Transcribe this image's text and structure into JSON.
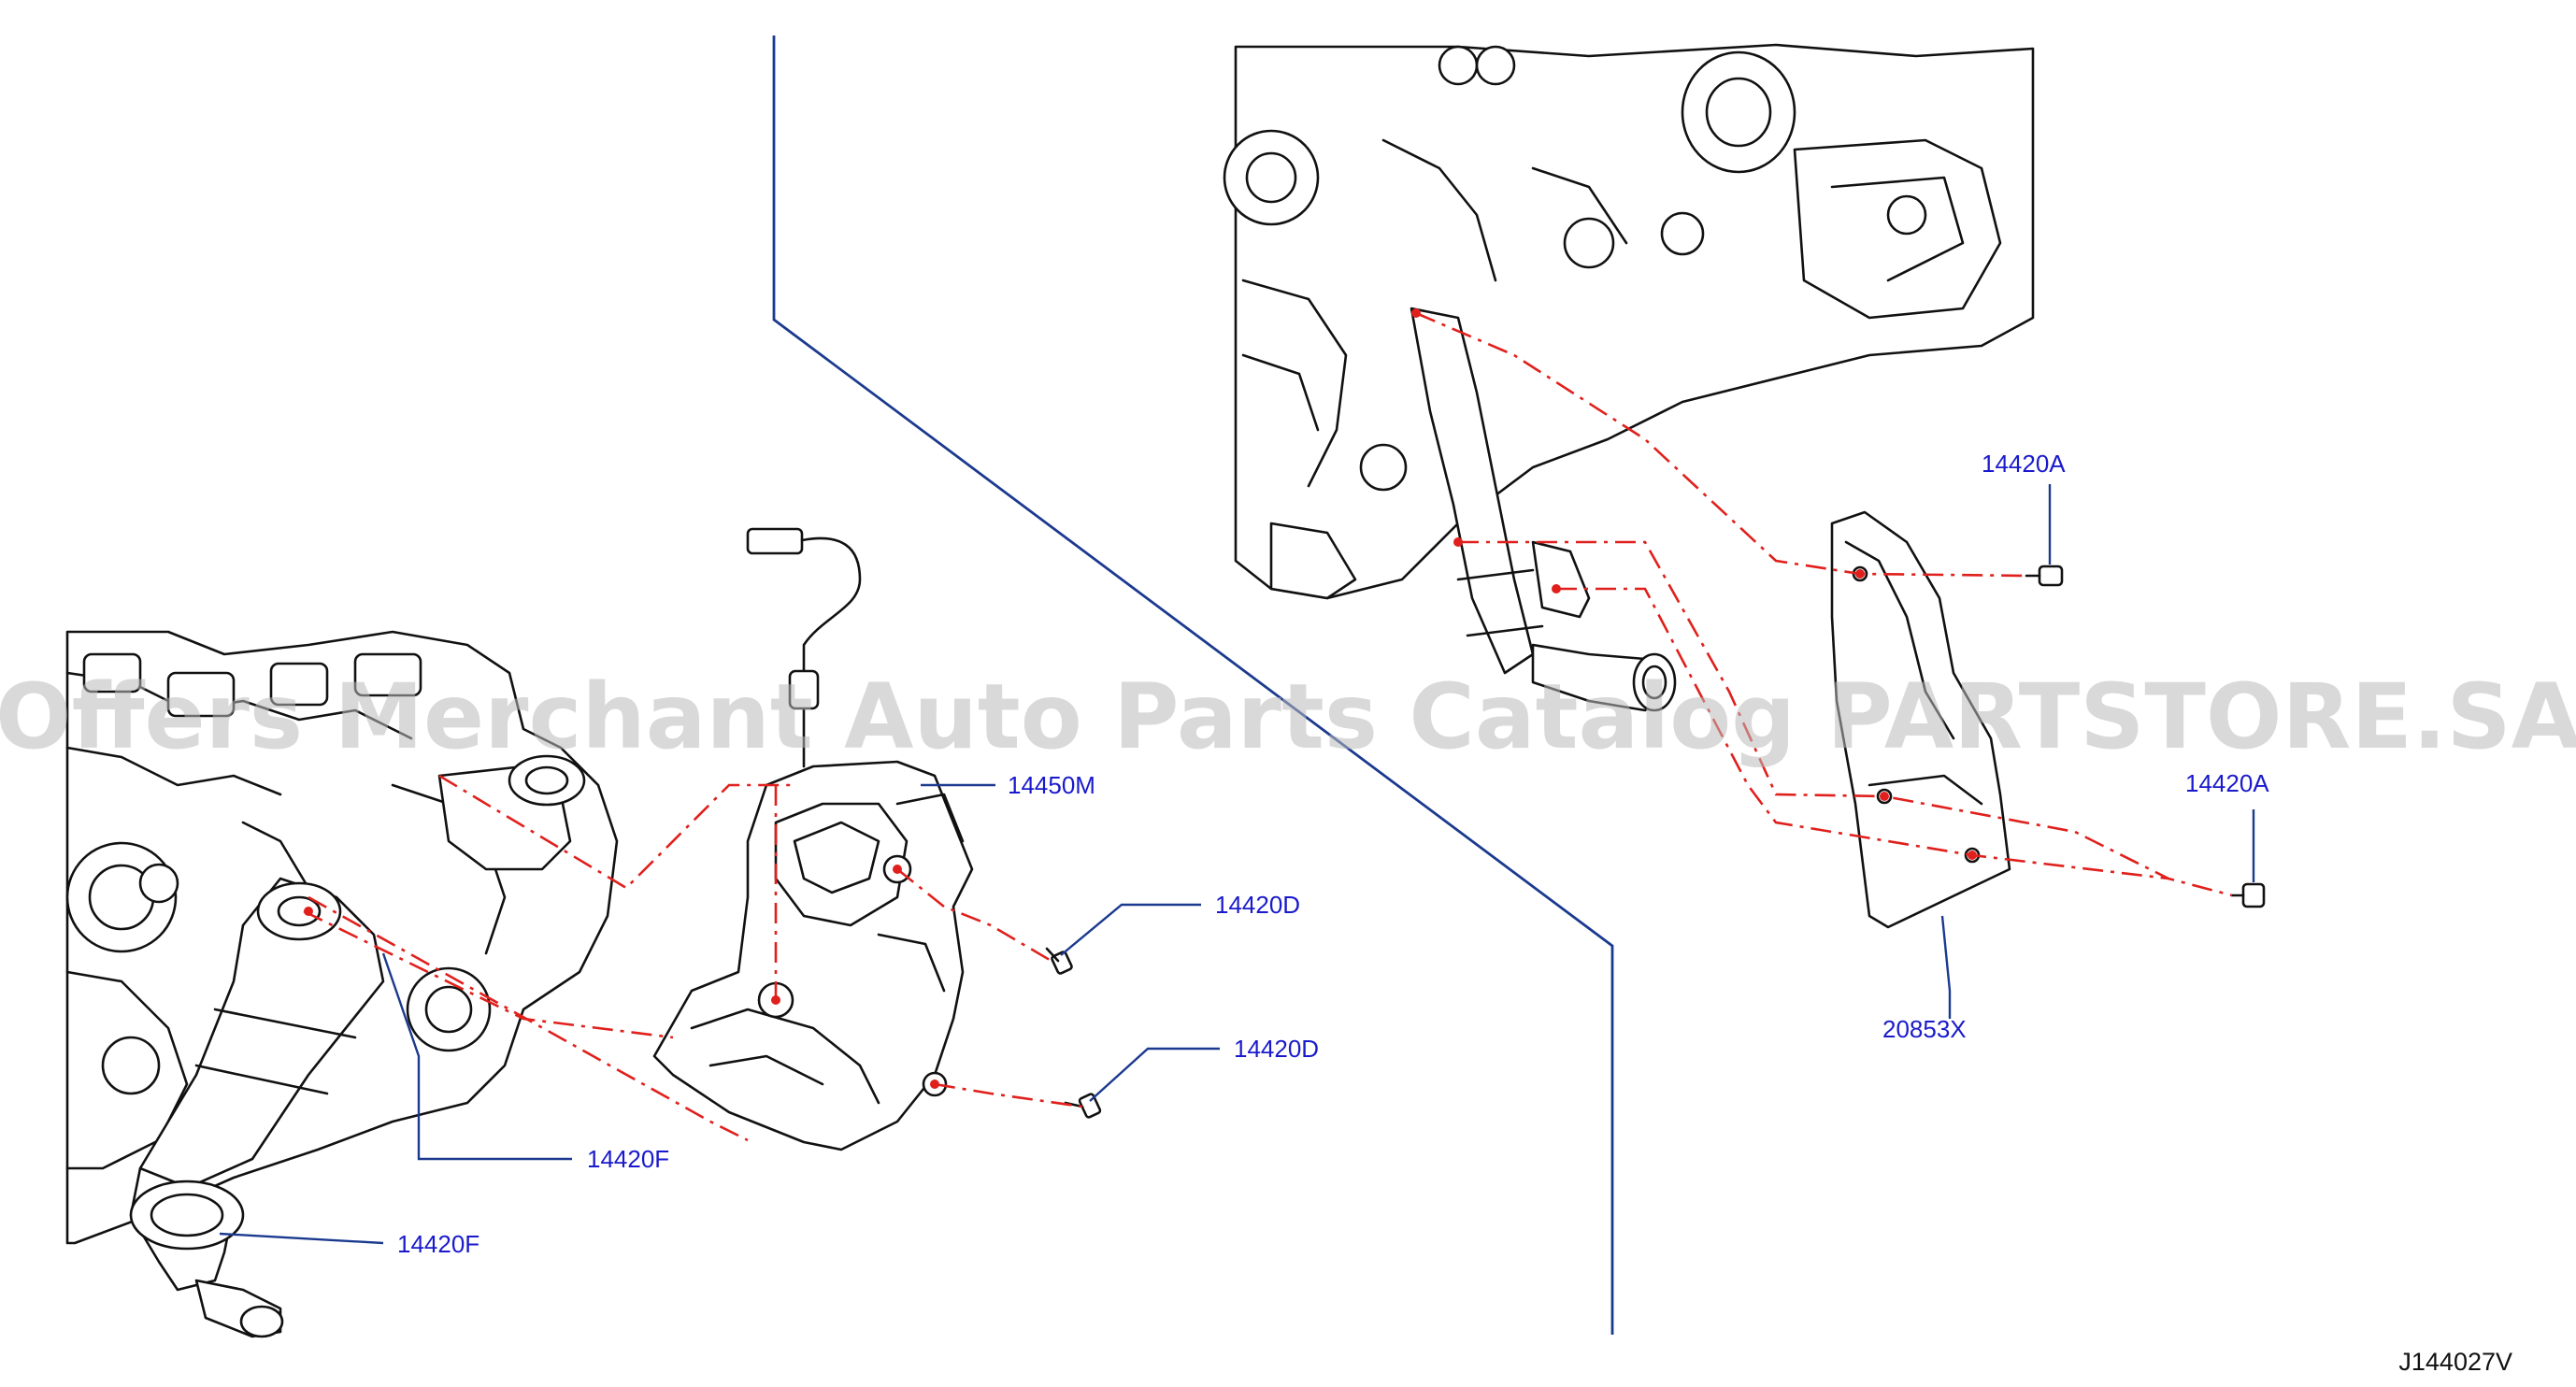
{
  "diagram_code": "J144027V",
  "watermark": "Offers Merchant Auto Parts Catalog PARTSTORE.SA",
  "colors": {
    "label_text": "#1a1acc",
    "leader_line": "#1b3a8f",
    "dash_line": "#e0201c",
    "drawing": "#111111",
    "background": "#ffffff"
  },
  "parts": [
    {
      "id": "catalytic-converter-shield",
      "label": "14450M"
    },
    {
      "id": "bolt-14420D-upper",
      "label": "14420D"
    },
    {
      "id": "bolt-14420D-lower",
      "label": "14420D"
    },
    {
      "id": "bolt-14420F-mid",
      "label": "14420F"
    },
    {
      "id": "bolt-14420F-lower",
      "label": "14420F"
    },
    {
      "id": "bolt-14420A-upper",
      "label": "14420A"
    },
    {
      "id": "bolt-14420A-lower",
      "label": "14420A"
    },
    {
      "id": "bracket-20853X",
      "label": "20853X"
    }
  ]
}
